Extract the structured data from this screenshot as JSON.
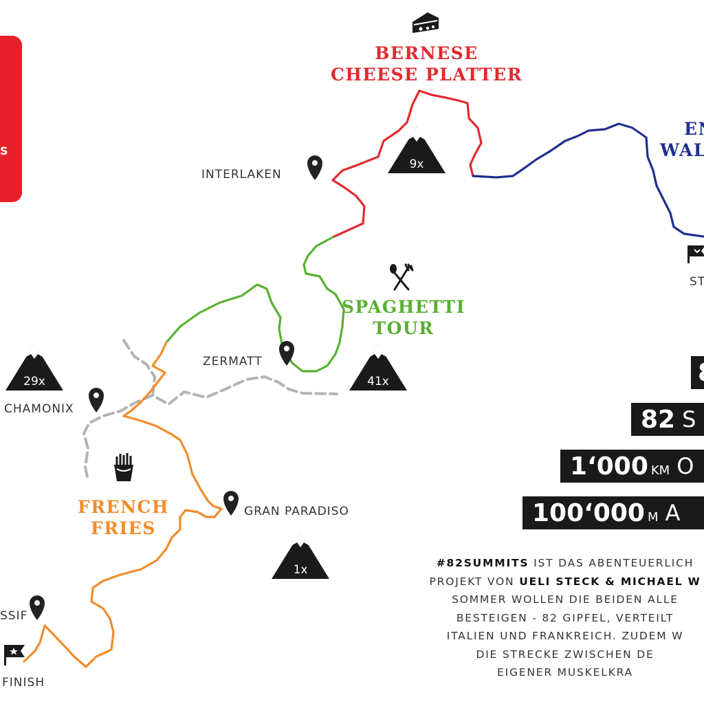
{
  "panel_text": "S",
  "places": {
    "interlaken": "INTERLAKEN",
    "zermatt": "ZERMATT",
    "chamonix": "CHAMONIX",
    "gran_paradiso": "GRAN PARADISO",
    "massif": "SSIF",
    "finish": "FINISH",
    "start": "ST"
  },
  "tours": {
    "bernese": [
      "BERNESE",
      "CHEESE PLATTER"
    ],
    "bernese_color": "#e02a2f",
    "engadin": [
      "EN",
      "WAL"
    ],
    "engadin_color": "#1f2f8f",
    "spaghetti": [
      "SPAGHETTI",
      "TOUR"
    ],
    "spaghetti_color": "#58b030",
    "fries": [
      "FRENCH",
      "FRIES"
    ],
    "fries_color": "#f08c2a"
  },
  "peaks": {
    "bernese": "9x",
    "spaghetti": "41x",
    "fries": "29x",
    "gran_paradiso": "1x"
  },
  "stats": {
    "row1": "8",
    "row2_big": "82",
    "row2_word": "S",
    "row3_big": "1‘000",
    "row3_unit": "KM",
    "row3_word": "O",
    "row4_big": "100‘000",
    "row4_unit": "M",
    "row4_word": "A"
  },
  "description": {
    "l1_bold": "#82SUMMITS",
    "l1_rest": " IST DAS ABENTEUERLICH",
    "l2_pre": "PROJEKT VON ",
    "l2_bold": "UELI STECK & MICHAEL W",
    "l3": "SOMMER WOLLEN DIE BEIDEN ALLE",
    "l4": "BESTEIGEN - 82 GIPFEL, VERTEILT",
    "l5": "ITALIEN UND FRANKREICH. ZUDEM W",
    "l6": "DIE STRECKE ZWISCHEN DE",
    "l7": "EIGENER MUSKELKRA"
  }
}
